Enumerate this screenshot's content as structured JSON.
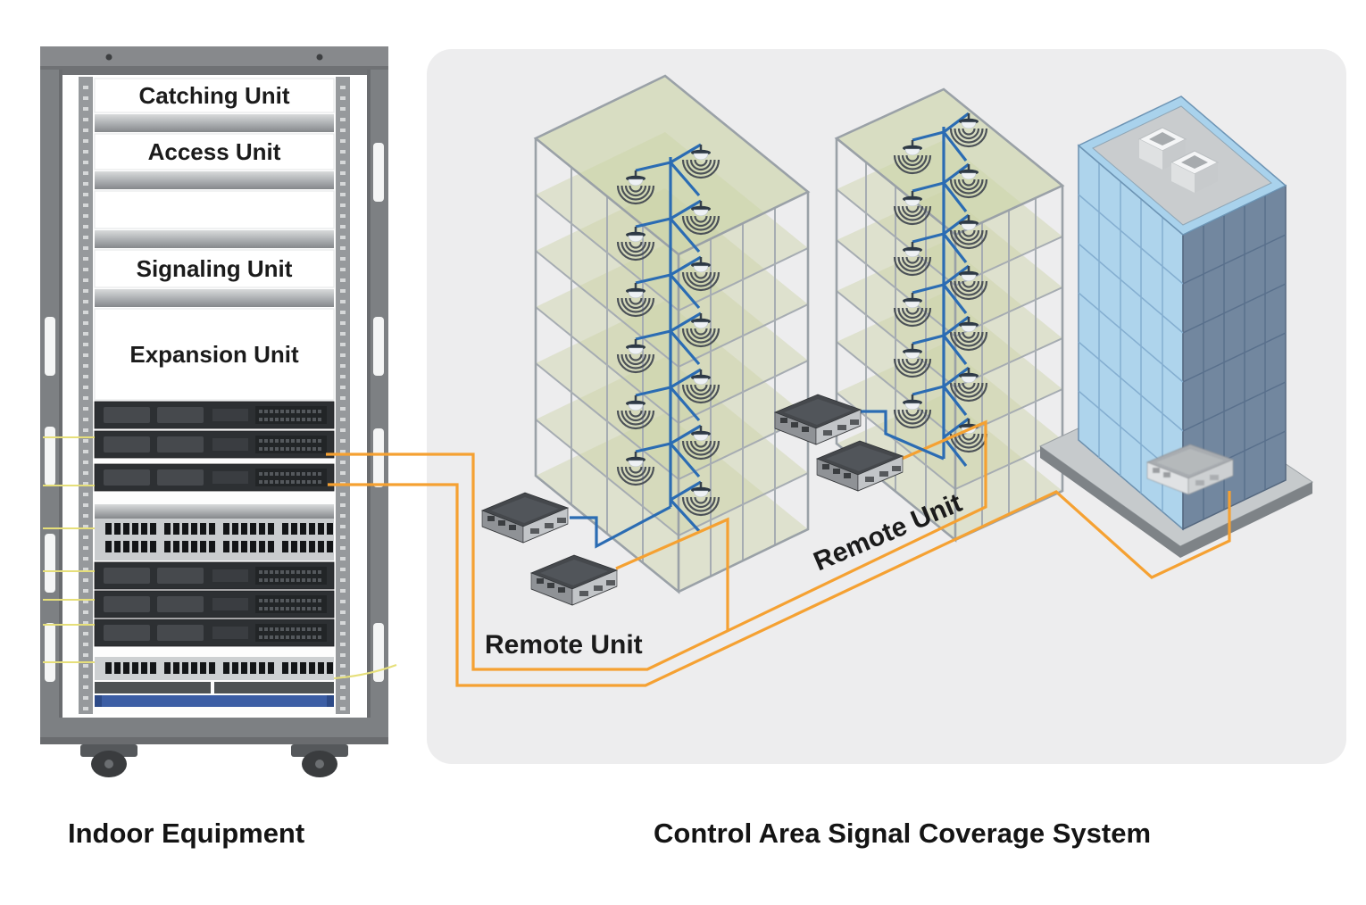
{
  "captions": {
    "left": "Indoor Equipment",
    "right": "Control Area Signal Coverage System"
  },
  "rack": {
    "units": [
      "Catching Unit",
      "Access Unit",
      "Signaling Unit",
      "Expansion Unit"
    ]
  },
  "coverage": {
    "remote_unit_label_1": "Remote Unit",
    "remote_unit_label_2": "Remote Unit"
  },
  "colors": {
    "cable_orange": "#F5A132",
    "cable_blue": "#2B6CB3",
    "panel_bg": "#EDEDEE",
    "floor_green": "#CBD3A6",
    "wireframe_gray": "#A6ACB2",
    "blue_building_left": "#AED4EC",
    "blue_building_right": "#72879F",
    "roof_gray": "#C9CCCE",
    "rack_frame_gray": "#7D8083",
    "rack_unit_dark": "#2D3033",
    "rack_blue_bar": "#3C5EA5"
  }
}
